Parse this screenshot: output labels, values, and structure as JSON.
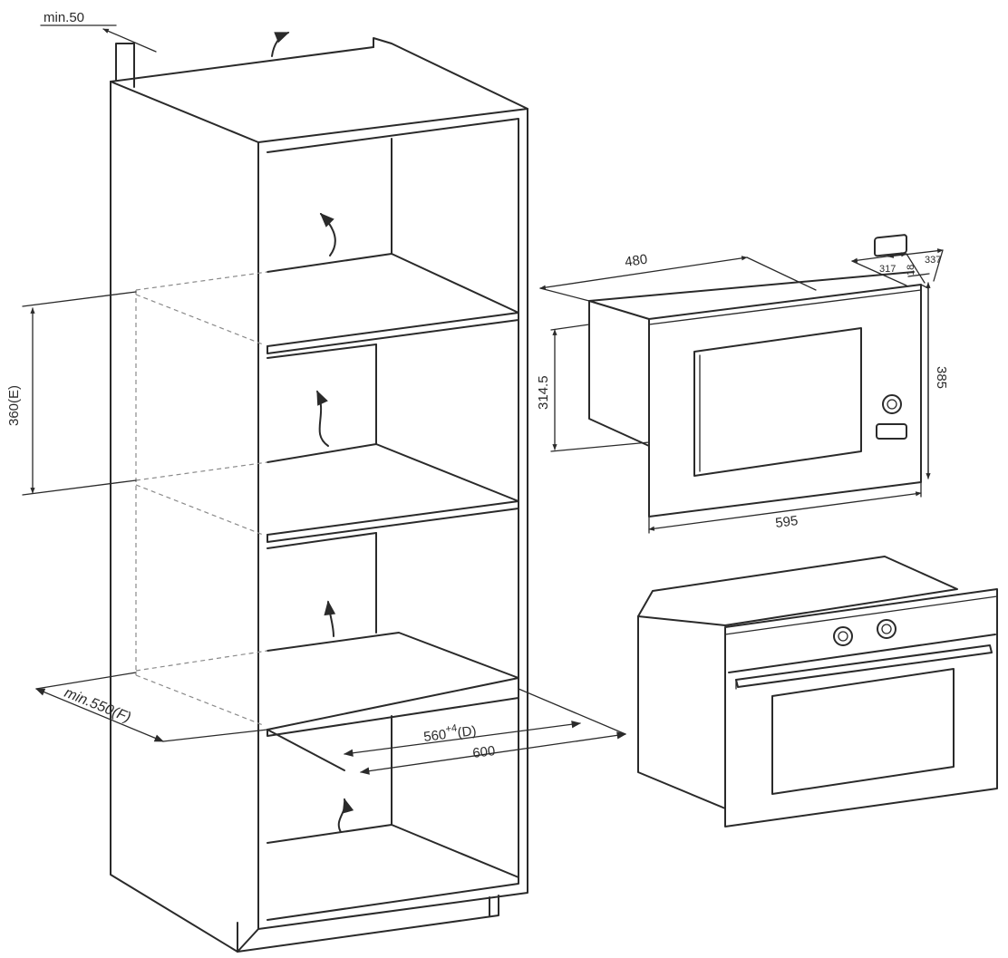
{
  "dimensions": {
    "min_50": "min.50",
    "height_E": "360(E)",
    "min_550_F": "min.550(F)",
    "depth_D_base": "560",
    "depth_D_sup": "+4",
    "depth_D_suffix": "(D)",
    "depth_600": "600",
    "mw_width_480": "480",
    "mw_317": "317",
    "mw_337": "337",
    "mw_18": "18",
    "mw_height_314_5": "314.5",
    "mw_height_385": "385",
    "mw_width_595": "595"
  },
  "icons": [
    "airflow-arrow-icon",
    "knob-icon",
    "handle-icon"
  ]
}
